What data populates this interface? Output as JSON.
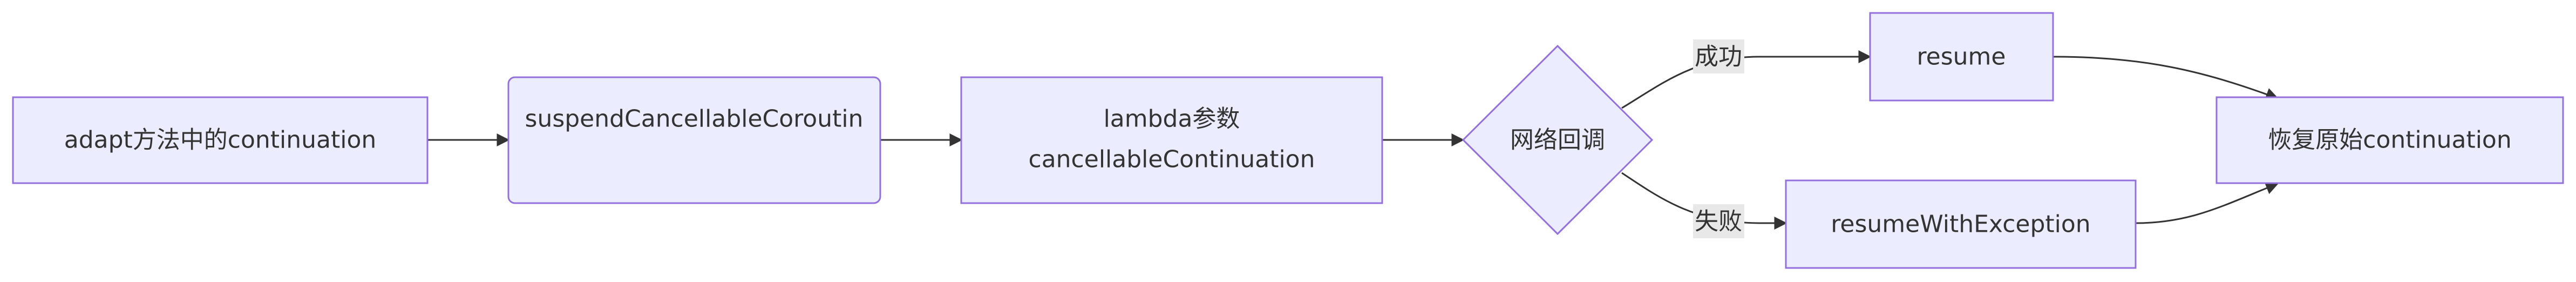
{
  "diagram": {
    "nodes": {
      "adapt": {
        "label": "adapt方法中的continuation"
      },
      "suspend": {
        "label": "suspendCancellableCoroutin"
      },
      "lambda": {
        "line1": "lambda参数",
        "line2": "cancellableContinuation"
      },
      "network": {
        "label": "网络回调"
      },
      "resume": {
        "label": "resume"
      },
      "resume_exc": {
        "label": "resumeWithException"
      },
      "restore": {
        "label": "恢复原始continuation"
      }
    },
    "edges": {
      "success": {
        "label": "成功"
      },
      "failure": {
        "label": "失败"
      }
    },
    "colors": {
      "node_fill": "#ECECFF",
      "node_stroke": "#9370DB",
      "edge": "#333333",
      "edge_label_bg": "#e8e8e8"
    }
  }
}
